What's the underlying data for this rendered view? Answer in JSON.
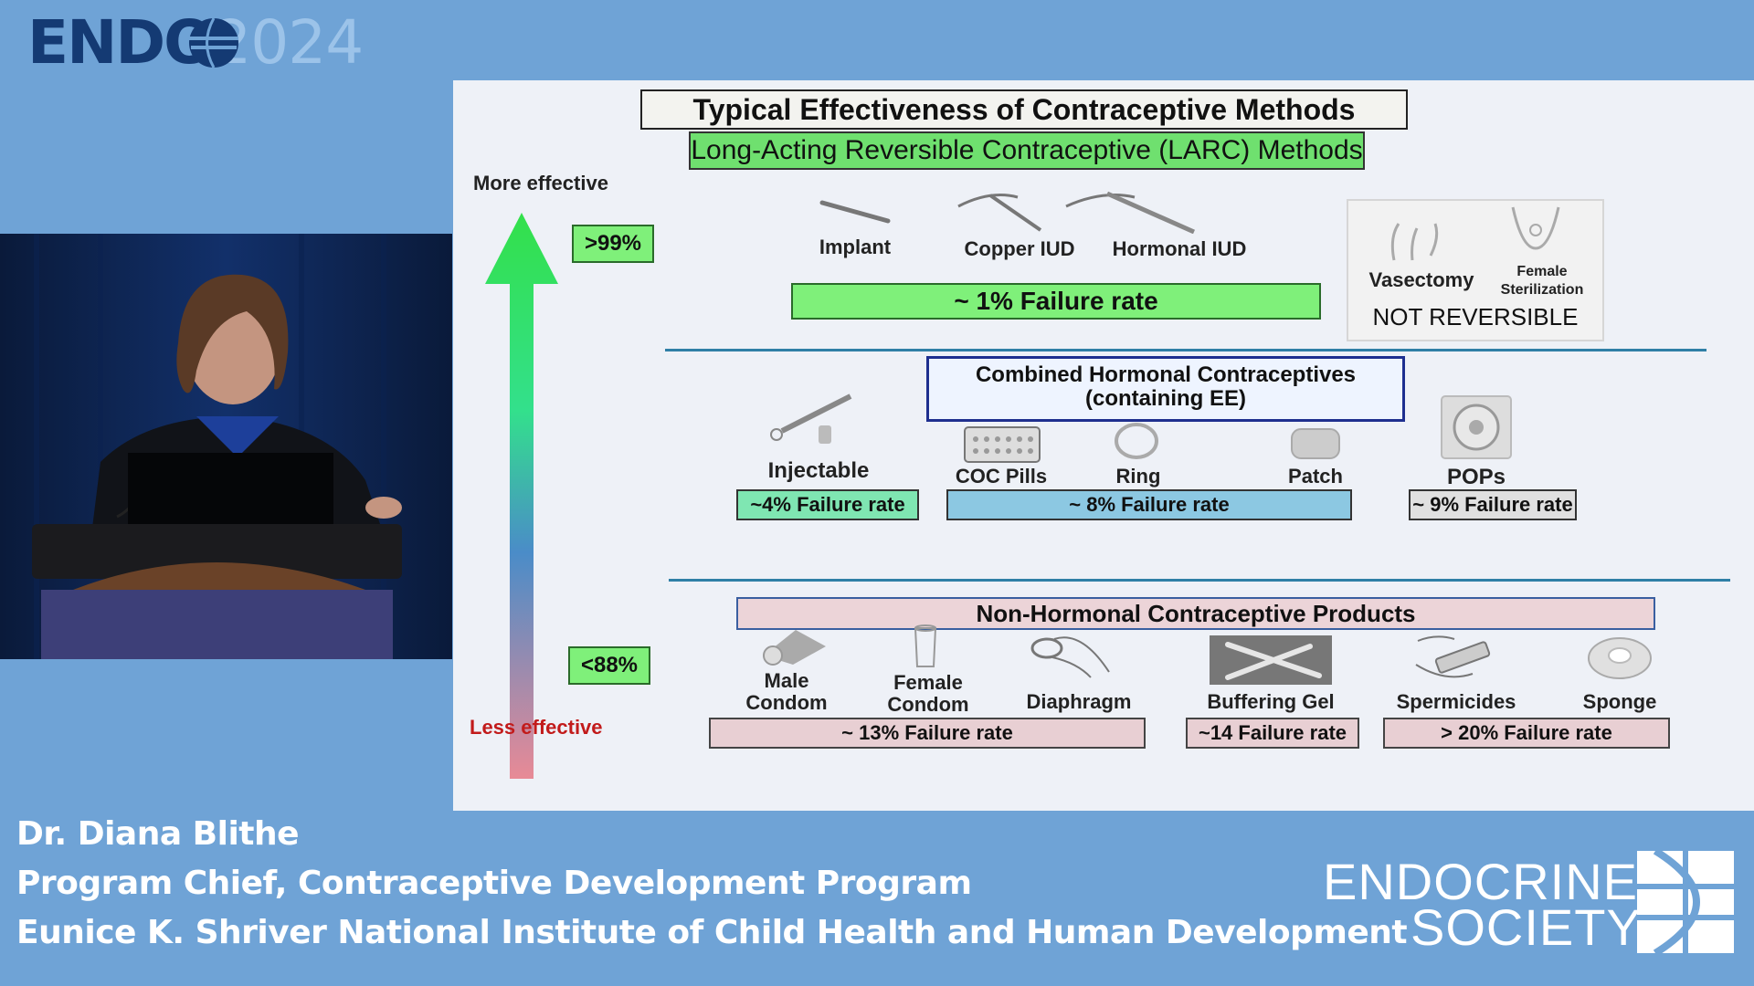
{
  "conference": {
    "name": "ENDO",
    "year": "2024"
  },
  "slide": {
    "title": "Typical Effectiveness of Contraceptive Methods",
    "larc_header": "Long-Acting Reversible Contraceptive (LARC) Methods",
    "more_effective": "More effective",
    "less_effective": "Less effective",
    "pct_high": ">99%",
    "pct_low": "<88%",
    "larc": {
      "items": [
        "Implant",
        "Copper IUD",
        "Hormonal IUD"
      ],
      "rate": "~ 1% Failure rate"
    },
    "sterilization": {
      "vasectomy": "Vasectomy",
      "female_sterilization": "Female Sterilization",
      "note": "NOT REVERSIBLE"
    },
    "hormonal": {
      "header_line1": "Combined Hormonal Contraceptives",
      "header_line2": "(containing EE)",
      "injectable": "Injectable",
      "injectable_rate": "~4% Failure rate",
      "coc": "COC Pills",
      "ring": "Ring",
      "patch": "Patch",
      "combined_rate": "~ 8% Failure rate",
      "pops": "POPs",
      "pops_rate": "~ 9% Failure rate"
    },
    "nonhormonal": {
      "header": "Non-Hormonal Contraceptive Products",
      "male_condom_1": "Male",
      "male_condom_2": "Condom",
      "female_condom_1": "Female",
      "female_condom_2": "Condom",
      "diaphragm": "Diaphragm",
      "buffering_gel": "Buffering Gel",
      "spermicides": "Spermicides",
      "sponge": "Sponge",
      "barrier_rate": "~ 13% Failure rate",
      "gel_rate": "~14 Failure rate",
      "spermicide_rate": "> 20% Failure rate"
    }
  },
  "speaker": {
    "name": "Dr. Diana Blithe",
    "title": "Program Chief, Contraceptive Development Program",
    "institution": "Eunice K. Shriver National Institute of Child Health and Human Development"
  },
  "society": {
    "line1": "ENDOCRINE",
    "line2": "SOCIETY"
  }
}
